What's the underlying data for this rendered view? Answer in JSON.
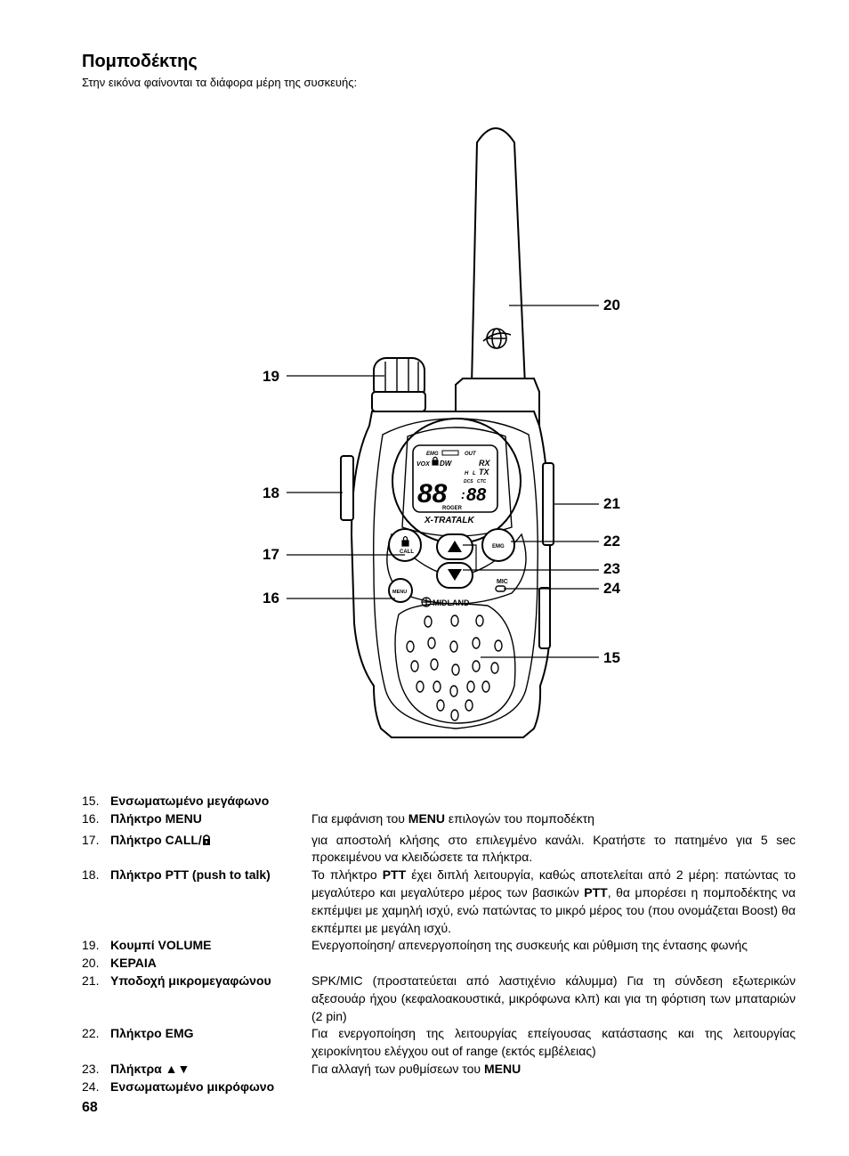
{
  "page": {
    "title": "Πομποδέκτης",
    "subtitle": "Στην εικόνα φαίνονται τα διάφορα μέρη της συσκευής:",
    "page_number": "68"
  },
  "figure": {
    "callouts": [
      "20",
      "19",
      "18",
      "21",
      "17",
      "22",
      "23",
      "24",
      "16",
      "15"
    ],
    "lcd": {
      "emg": "EMG",
      "out": "OUT",
      "vox": "VOX",
      "dw": "DW",
      "rx": "RX",
      "tx": "TX",
      "h": "H",
      "l": "L",
      "dcs": "DCS",
      "ctc": "CTC",
      "channel": "88",
      "code": "88",
      "roger": "ROGER"
    },
    "brand_strip": "X-TRATALK",
    "brand": "MIDLAND",
    "buttons": {
      "call": "CALL",
      "emg": "EMG",
      "menu": "MENU",
      "mic": "MIC"
    }
  },
  "legend": [
    {
      "num": "15.",
      "term": "Ενσωματωμένο μεγάφωνο",
      "desc": ""
    },
    {
      "num": "16.",
      "term": "Πλήκτρο MENU",
      "desc_pre": "Για εμφάνιση του ",
      "desc_bold": "MENU",
      "desc_post": " επιλογών του πομποδέκτη"
    },
    {
      "num": "17.",
      "term": "Πλήκτρο CALL/",
      "desc": "για αποστολή κλήσης στο επιλεγμένο κανάλι. Κρατήστε το πατημένο για 5 sec προκειμένου να κλειδώσετε τα πλήκτρα."
    },
    {
      "num": "18.",
      "term": "Πλήκτρο PTT (push to talk)",
      "desc_a": "Το πλήκτρο ",
      "desc_b": "PTT",
      "desc_c": " έχει διπλή λειτουργία, καθώς αποτελείται από 2 μέρη: πατώντας το μεγαλύτερο και μεγαλύτερο μέρος των βασικών ",
      "desc_d": "PTT",
      "desc_e": ", θα μπορέσει η πομποδέκτης να εκπέμψει με χαμηλή ισχύ, ενώ πατώντας το μικρό μέρος του (που ονομάζεται Boost) θα εκπέμπει με μεγάλη ισχύ."
    },
    {
      "num": "19.",
      "term": "Κουμπί VOLUME",
      "desc": "Ενεργοποίηση/ απενεργοποίηση της συσκευής και ρύθμιση της έντασης φωνής"
    },
    {
      "num": "20.",
      "term": "ΚΕΡΑΙΑ",
      "desc": ""
    },
    {
      "num": "21.",
      "term": "Υποδοχή μικρομεγαφώνου",
      "desc": "SPK/MIC (προστατεύεται από λαστιχένιο κάλυμμα) Για τη σύνδεση εξωτερικών αξεσουάρ ήχου (κεφαλοακουστικά, μικρόφωνα κλπ) και για τη φόρτιση των μπαταριών (2 pin)"
    },
    {
      "num": "22.",
      "term": "Πλήκτρο EMG",
      "desc": "Για ενεργοποίηση της λειτουργίας επείγουσας κατάστασης και της λειτουργίας χειροκίνητου ελέγχου out of range (εκτός εμβέλειας)"
    },
    {
      "num": "23.",
      "term": "Πλήκτρα ▲▼",
      "desc_pre": "Για αλλαγή των ρυθμίσεων του ",
      "desc_bold": "MENU",
      "desc_post": ""
    },
    {
      "num": "24.",
      "term": "Ενσωματωμένο μικρόφωνο",
      "desc": ""
    }
  ]
}
